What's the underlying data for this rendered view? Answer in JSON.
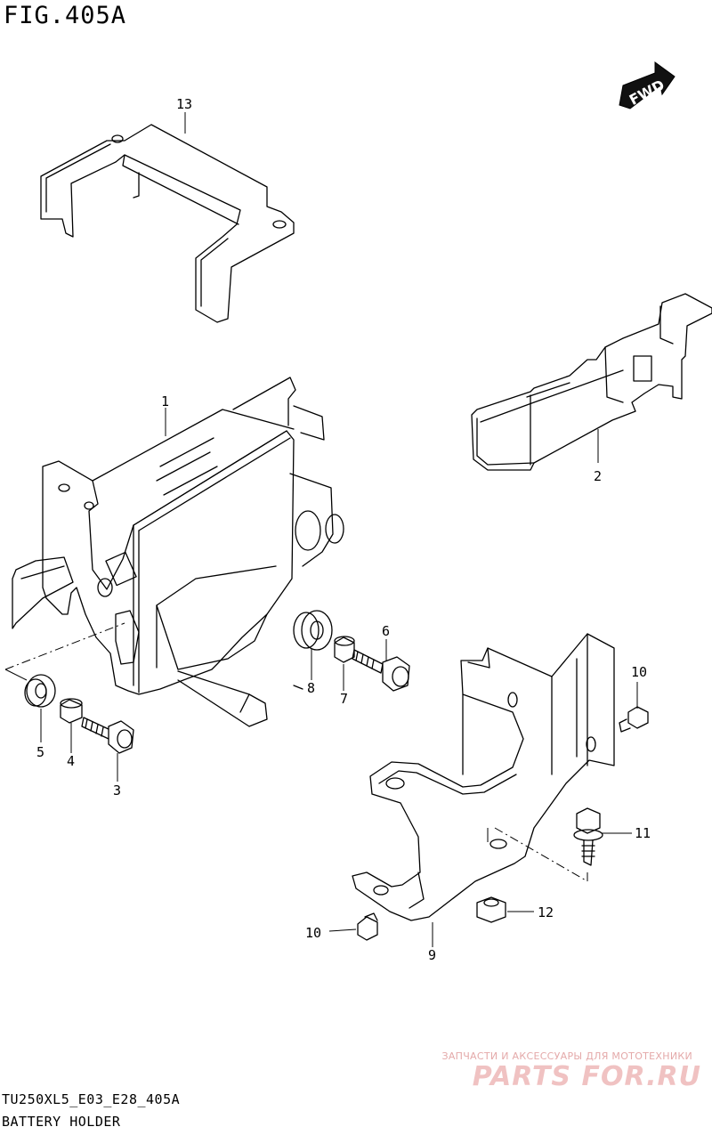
{
  "figure": {
    "title": "FIG.405A"
  },
  "fwd_badge": {
    "label": "FWD"
  },
  "callouts": [
    {
      "id": "13",
      "label": "13"
    },
    {
      "id": "1",
      "label": "1"
    },
    {
      "id": "2",
      "label": "2"
    },
    {
      "id": "6",
      "label": "6"
    },
    {
      "id": "8",
      "label": "8"
    },
    {
      "id": "7",
      "label": "7"
    },
    {
      "id": "5",
      "label": "5"
    },
    {
      "id": "4",
      "label": "4"
    },
    {
      "id": "3",
      "label": "3"
    },
    {
      "id": "10a",
      "label": "10"
    },
    {
      "id": "11",
      "label": "11"
    },
    {
      "id": "12",
      "label": "12"
    },
    {
      "id": "10b",
      "label": "10"
    },
    {
      "id": "9",
      "label": "9"
    }
  ],
  "footer": {
    "code": "TU250XL5_E03_E28_405A",
    "description": "BATTERY HOLDER"
  },
  "watermark": {
    "tagline": "ЗАПЧАСТИ И АКСЕССУАРЫ ДЛЯ МОТОТЕХНИКИ",
    "logo": "PARTS FOR.RU"
  }
}
